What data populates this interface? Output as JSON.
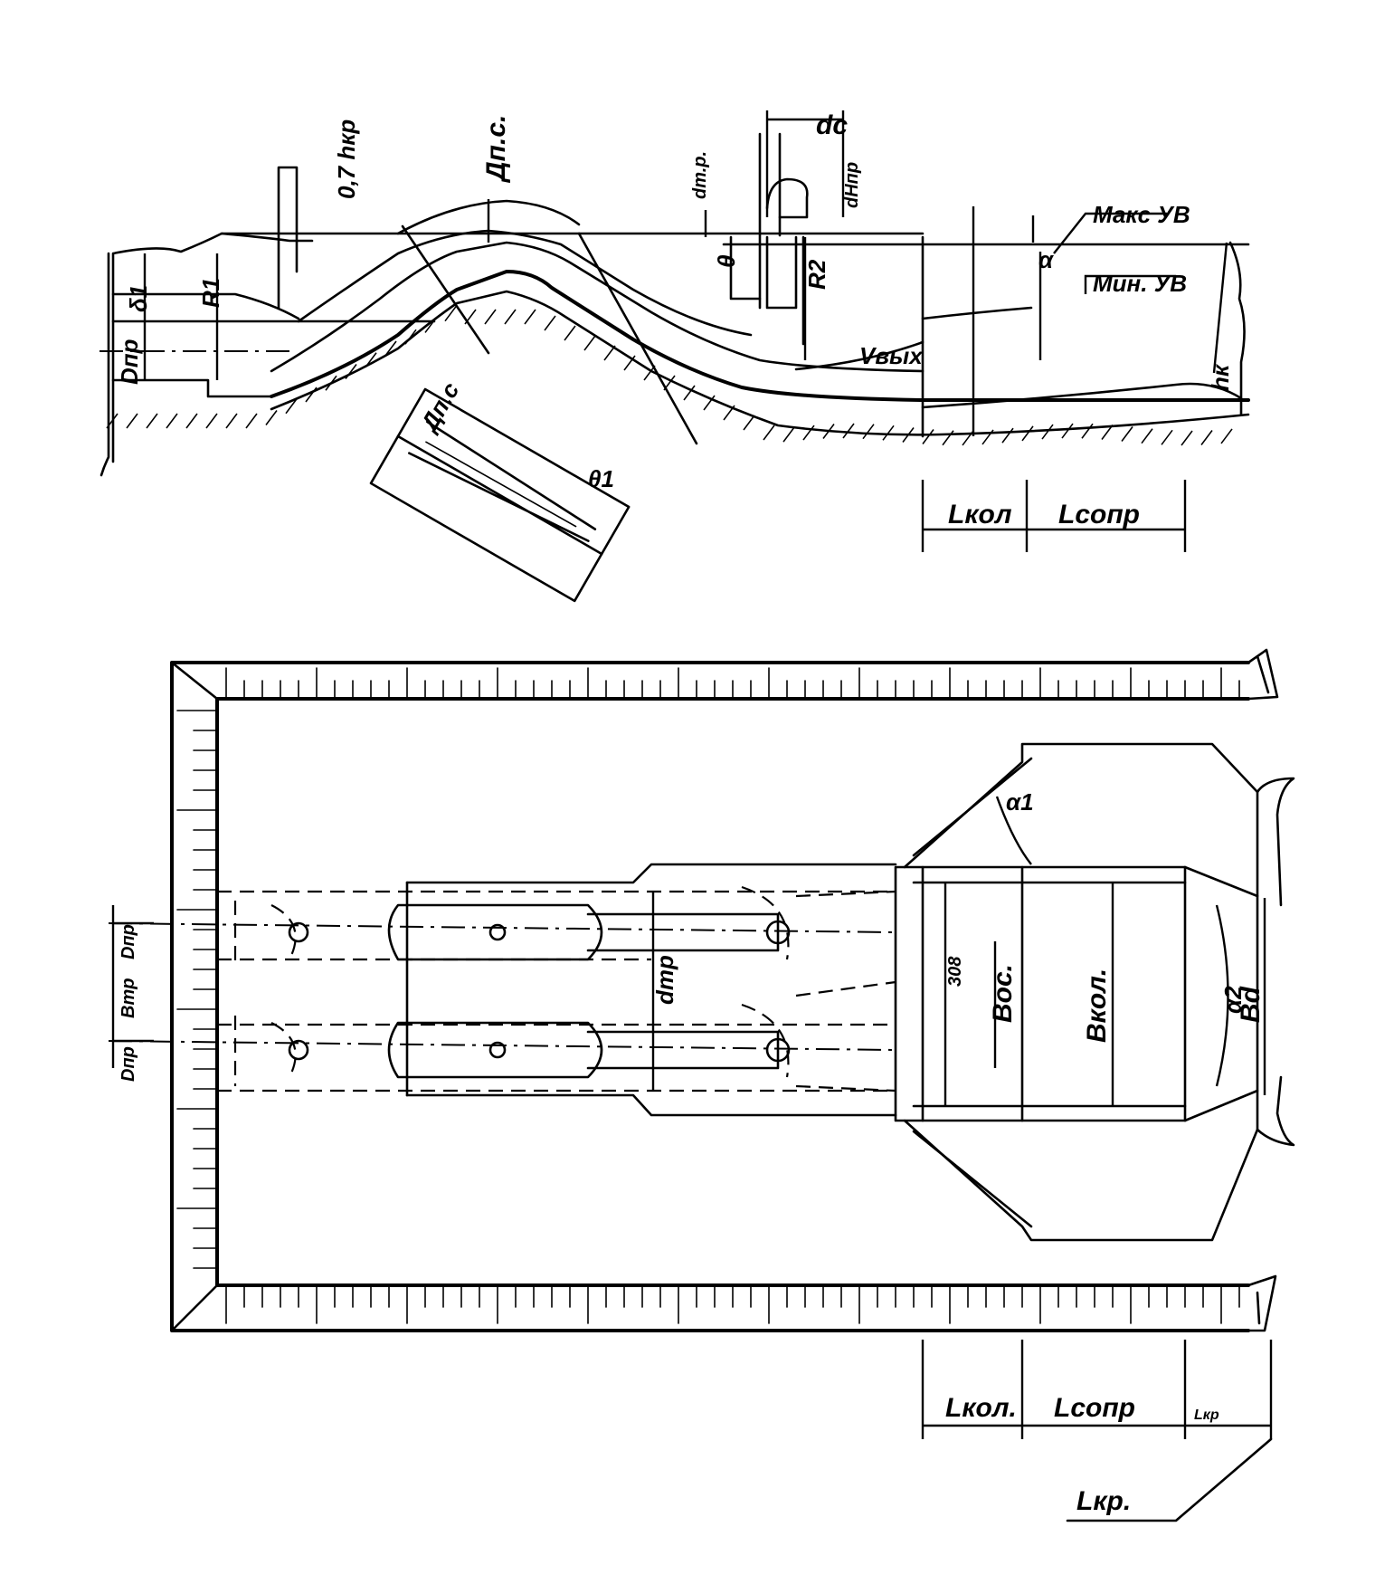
{
  "profile_labels": {
    "dc": "dc",
    "d_pipe_top": "Дп.с.",
    "h07": "0,7 hкр",
    "d_tr": "dт.р.",
    "d_hpr": "dНпр",
    "max_uv": "Макс УВ",
    "min_uv": "Мин. УВ",
    "v_vyh": "Vвых",
    "d_pr": "Dпр",
    "delta_i1": "δ1",
    "r1": "R1",
    "r2": "R2",
    "theta": "θ",
    "alpha_d": "α",
    "h_k": "hк",
    "l_kol_top": "Lкол",
    "l_sopr_top": "Lсопр",
    "d_ps": "Дп.с",
    "theta1": "θ1"
  },
  "plan_labels": {
    "alpha1": "α1",
    "d_tr": "dтр",
    "b_os": "Bос.",
    "b_kol": "Bкол.",
    "b_d": "Bd",
    "alpha2": "α2",
    "dim_308": "308",
    "d_pr1": "Dпр",
    "d_pr2": "Dпр",
    "b_tr": "Bтр",
    "l_kol": "Lкол.",
    "l_sopr": "Lсопр",
    "l_kr_short": "Lкр",
    "l_kr": "Lкр."
  }
}
